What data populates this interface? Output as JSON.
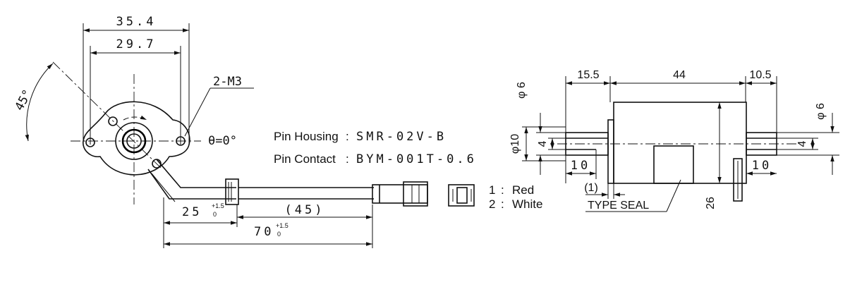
{
  "front_view": {
    "width_outer": "35.4",
    "width_holes": "29.7",
    "angle": "45°",
    "screw": "2-M3",
    "theta": "θ=0°"
  },
  "cable": {
    "strip_length": "25",
    "strip_tol_upper": "+1.5",
    "strip_tol_lower": "0",
    "cable_length": "(45)",
    "total_length": "70",
    "total_tol_upper": "+1.5",
    "total_tol_lower": "0"
  },
  "connector": {
    "housing_label": "Pin Housing",
    "housing_value": "SMR-02V-B",
    "contact_label": "Pin Contact",
    "contact_value": "BYM-001T-0.6",
    "pins": [
      {
        "num": "1",
        "color": "Red"
      },
      {
        "num": "2",
        "color": "White"
      }
    ]
  },
  "side_view": {
    "left_shaft_len": "15.5",
    "body_len": "44",
    "right_shaft_len": "10.5",
    "shaft_dia_left": "φ 6",
    "shaft_dia_right": "φ 6",
    "boss_dia": "φ10",
    "flat_left": "4",
    "flat_right": "4",
    "flat_len_left": "10",
    "flat_len_right": "10",
    "gap": "(1)",
    "body_height": "26",
    "type_seal": "TYPE SEAL"
  }
}
